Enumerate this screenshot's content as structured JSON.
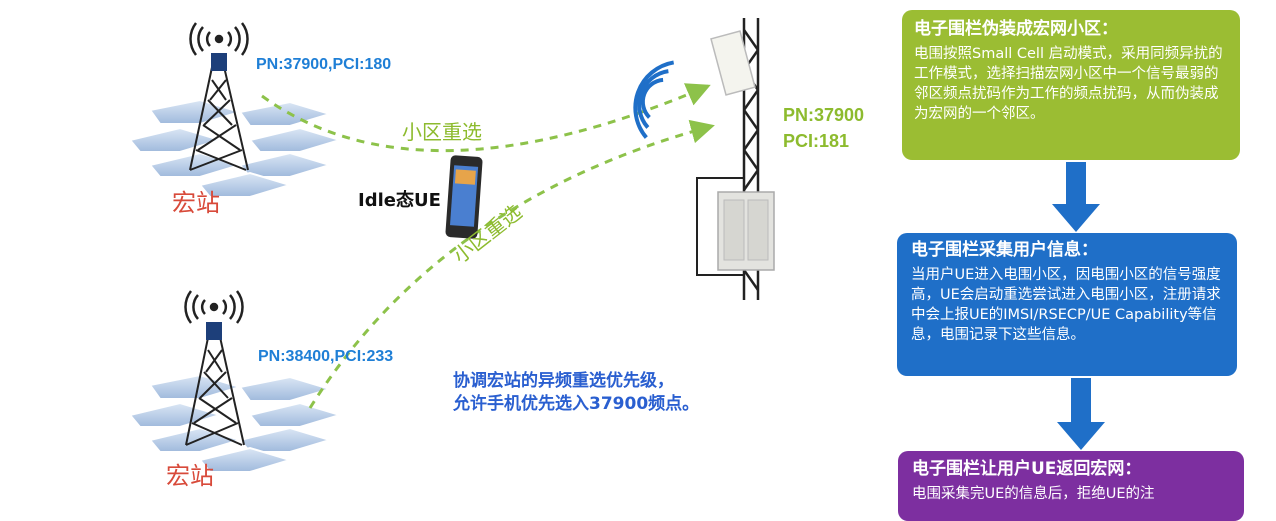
{
  "macro_top": {
    "label": "宏站",
    "pn_pci": "PN:37900,PCI:180"
  },
  "macro_bottom": {
    "label": "宏站",
    "pn_pci": "PN:38400,PCI:233"
  },
  "reselect_top": "小区重选",
  "reselect_bottom": "小区重选",
  "ue_label": "Idle态UE",
  "fence_station": {
    "pn": "PN:37900",
    "pci": "PCI:181"
  },
  "coordination_note": {
    "line1": "协调宏站的异频重选优先级，",
    "line2": "允许手机优先选入37900频点。"
  },
  "steps": [
    {
      "title": "电子围栏伪装成宏网小区：",
      "body": "电围按照Small Cell 启动模式，采用同频异扰的工作模式，选择扫描宏网小区中一个信号最弱的邻区频点扰码作为工作的频点扰码，从而伪装成为宏网的一个邻区。"
    },
    {
      "title": "电子围栏采集用户信息：",
      "body": "当用户UE进入电围小区，因电围小区的信号强度高，UE会启动重选尝试进入电围小区，注册请求中会上报UE的IMSI/RSECP/UE Capability等信息，电围记录下这些信息。"
    },
    {
      "title": "电子围栏让用户UE返回宏网：",
      "body": "电围采集完UE的信息后，拒绝UE的注"
    }
  ],
  "colors": {
    "green_box": "#9bbd33",
    "blue_box": "#1f6fc8",
    "purple_box": "#7d2fa0",
    "arrow": "#1f6fc8",
    "dashed": "#8dc24a",
    "hex_cell": "#b7cde6"
  }
}
